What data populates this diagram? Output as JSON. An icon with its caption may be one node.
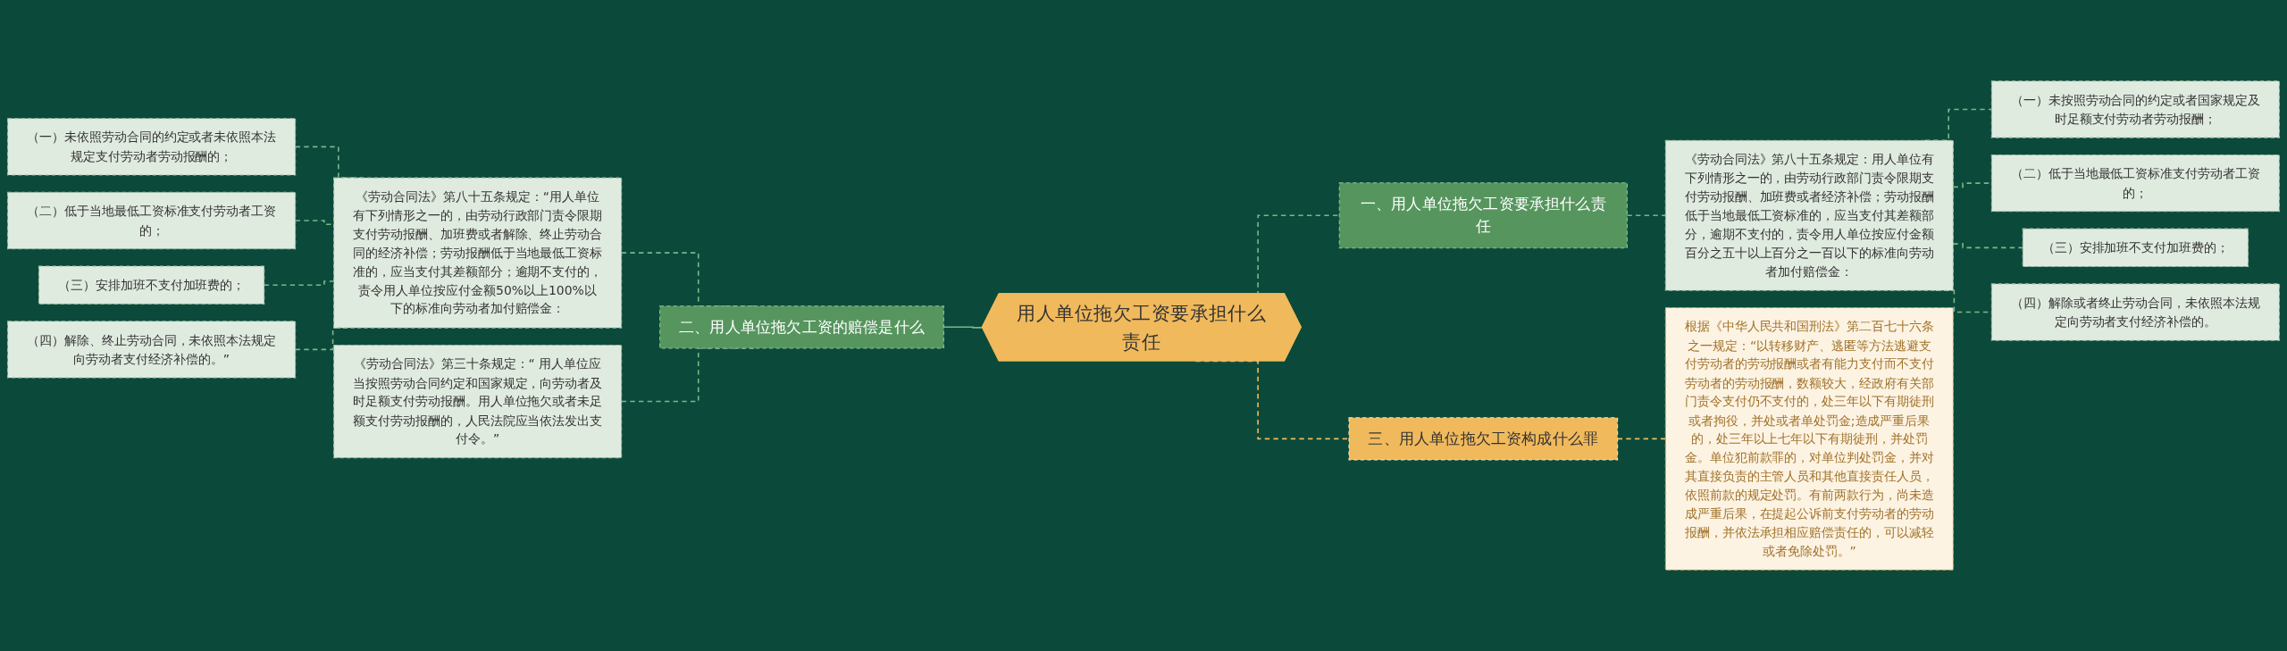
{
  "diagram": {
    "nodes": [
      {
        "text": [
          "用人单位拖欠工资要承担什么责任"
        ]
      },
      {
        "text": [
          "一、用人单位拖欠工资要承担什么责任"
        ]
      },
      {
        "text": [
          "《劳动合同法》第八十五条规定：用人单位有下列情形之一的，由劳动行政部门责令限期支付劳动报酬、加班费或者经济补偿；劳动报酬低于当地最低工资标准的，应当支付其差额部分，逾期不支付的，责令用人单位按应付金额百分之五十以上百分之一百以下的标准向劳动者加付赔偿金："
        ]
      },
      {
        "text": [
          "（一）未按照劳动合同的约定或者国家规定及时足额支付劳动者劳动报酬；"
        ]
      },
      {
        "text": [
          "（二）低于当地最低工资标准支付劳动者工资的；"
        ]
      },
      {
        "text": [
          "（三）安排加班不支付加班费的；"
        ]
      },
      {
        "text": [
          "（四）解除或者终止劳动合同，未依照本法规定向劳动者支付经济补偿的。"
        ]
      },
      {
        "text": [
          "三、用人单位拖欠工资构成什么罪"
        ]
      },
      {
        "text": [
          "根据《中华人民共和国刑法》第二百七十六条之一规定：“以转移财产、逃匿等方法逃避支付劳动者的劳动报酬或者有能力支付而不支付劳动者的劳动报酬，数额较大，经政府有关部门责令支付仍不支付的，处三年以下有期徒刑或者拘役，并处或者单处罚金;造成严重后果的，处三年以上七年以下有期徒刑，并处罚金。单位犯前款罪的，对单位判处罚金，并对其直接负责的主管人员和其他直接责任人员，依照前款的规定处罚。有前两款行为，尚未造成严重后果，在提起公诉前支付劳动者的劳动报酬，并依法承担相应赔偿责任的，可以减轻或者免除处罚。”"
        ]
      },
      {
        "text": [
          "二、用人单位拖欠工资的赔偿是什么"
        ]
      },
      {
        "text": [
          "《劳动合同法》第八十五条规定：“用人单位有下列情形之一的，由劳动行政部门责令限期支付劳动报酬、加班费或者解除、终止劳动合同的经济补偿；劳动报酬低于当地最低工资标准的，应当支付其差额部分；逾期不支付的，责令用人单位按应付金额50%以上100%以下的标准向劳动者加付赔偿金："
        ]
      },
      {
        "text": [
          "（一）未依照劳动合同的约定或者未依照本法规定支付劳动者劳动报酬的；"
        ]
      },
      {
        "text": [
          "（二）低于当地最低工资标准支付劳动者工资的；"
        ]
      },
      {
        "text": [
          "（三）安排加班不支付加班费的；"
        ]
      },
      {
        "text": [
          "（四）解除、终止劳动合同，未依照本法规定向劳动者支付经济补偿的。”"
        ]
      },
      {
        "text": [
          "《劳动合同法》第三十条规定：“ 用人单位应当按照劳动合同约定和国家规定，向劳动者及时足额支付劳动报酬。用人单位拖欠或者未足额支付劳动报酬的，人民法院应当依法发出支付令。”"
        ]
      }
    ],
    "edges": [
      {
        "from": 0,
        "to": 1,
        "arrow": "none",
        "style": "dashed"
      },
      {
        "from": 1,
        "to": 2,
        "arrow": "none",
        "style": "dashed"
      },
      {
        "from": 2,
        "to": 3,
        "arrow": "none",
        "style": "dashed"
      },
      {
        "from": 2,
        "to": 4,
        "arrow": "none",
        "style": "dashed"
      },
      {
        "from": 2,
        "to": 5,
        "arrow": "none",
        "style": "dashed"
      },
      {
        "from": 2,
        "to": 6,
        "arrow": "none",
        "style": "dashed"
      },
      {
        "from": 0,
        "to": 7,
        "arrow": "none",
        "style": "dashed",
        "color": "#f0b95c"
      },
      {
        "from": 7,
        "to": 8,
        "arrow": "none",
        "style": "dashed",
        "color": "#f0b95c"
      },
      {
        "from": 9,
        "to": 0,
        "arrow": "none"
      },
      {
        "from": 10,
        "to": 9,
        "arrow": "none",
        "style": "dashed"
      },
      {
        "from": 11,
        "to": 10,
        "arrow": "none",
        "style": "dashed"
      },
      {
        "from": 12,
        "to": 10,
        "arrow": "none",
        "style": "dashed"
      },
      {
        "from": 13,
        "to": 10,
        "arrow": "none",
        "style": "dashed"
      },
      {
        "from": 14,
        "to": 10,
        "arrow": "none",
        "style": "dashed"
      },
      {
        "from": 15,
        "to": 9,
        "arrow": "none",
        "style": "dashed"
      }
    ]
  }
}
